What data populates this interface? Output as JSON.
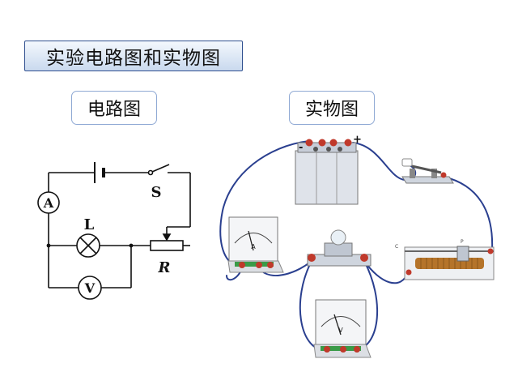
{
  "title": "实验电路图和实物图",
  "tabs": {
    "circuit": "电路图",
    "real": "实物图"
  },
  "circuit_labels": {
    "ammeter": "A",
    "switch": "S",
    "lamp": "L",
    "rheostat": "R",
    "voltmeter": "V"
  },
  "device_labels": {
    "battery_minus": "-",
    "battery_plus": "+",
    "ammeter_face": "A",
    "voltmeter_face": "V",
    "rheostat_a": "C",
    "rheostat_b": "P"
  },
  "colors": {
    "wire": "#2a3f8f",
    "terminal_red": "#c0392b",
    "base_green": "#3a9b48",
    "coil": "#b5742a"
  }
}
